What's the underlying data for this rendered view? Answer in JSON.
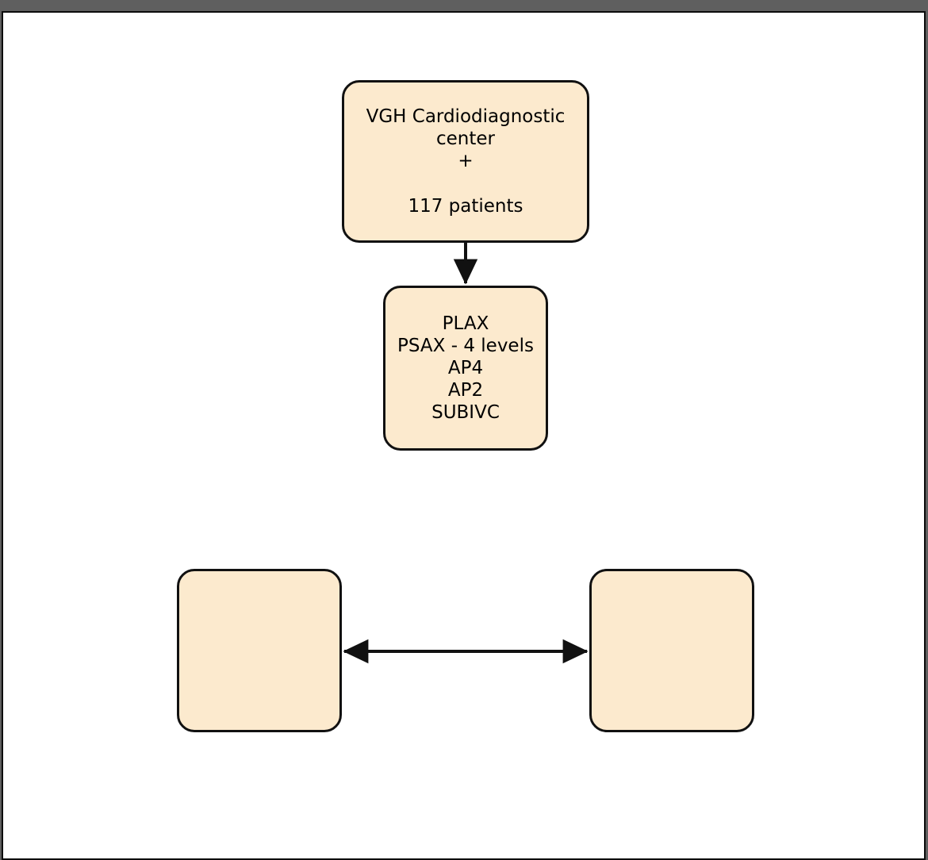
{
  "window": {
    "chrome_color": "#5f5f5f",
    "canvas_color": "#ffffff",
    "border_color": "#0b0b0b"
  },
  "theme": {
    "node_fill": "#fceace",
    "node_stroke": "#111111",
    "edge_color": "#111111",
    "text_color": "#000000"
  },
  "diagram": {
    "type": "flowchart",
    "nodes": [
      {
        "id": "source",
        "name": "source-cohort-node",
        "text": "VGH Cardiodiagnostic center\n+\n\n117 patients",
        "line1": "VGH Cardiodiagnostic center",
        "line2": "+",
        "line3": "117 patients",
        "count": "117 patients",
        "shape": "rounded-rectangle"
      },
      {
        "id": "views",
        "name": "echo-views-node",
        "text": "PLAX\nPSAX - 4 levels\nAP4\nAP2\nSUBIVC",
        "items": [
          "PLAX",
          "PSAX - 4 levels",
          "AP4",
          "AP2",
          "SUBIVC"
        ],
        "shape": "rounded-rectangle"
      },
      {
        "id": "bottom_left",
        "name": "bottom-left-node",
        "text": "",
        "shape": "rounded-rectangle"
      },
      {
        "id": "bottom_right",
        "name": "bottom-right-node",
        "text": "",
        "shape": "rounded-rectangle"
      }
    ],
    "edges": [
      {
        "id": "source_to_views",
        "name": "edge-source-to-views",
        "from": "source",
        "to": "views",
        "label": "",
        "direction": "down",
        "arrowheads": "end"
      },
      {
        "id": "bottomleft_to_bottomright",
        "name": "edge-bottom-left-right",
        "from": "bottom_left",
        "to": "bottom_right",
        "label": "",
        "direction": "horizontal",
        "arrowheads": "both"
      }
    ]
  }
}
